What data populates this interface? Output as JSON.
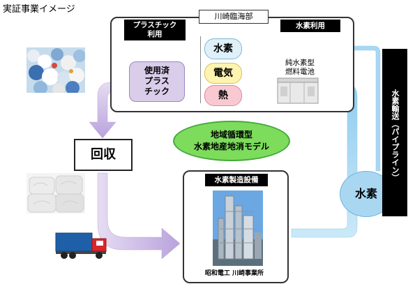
{
  "title": "実証事業イメージ",
  "kawasaki_box": {
    "header": "川崎臨海部"
  },
  "plastic_label": {
    "line1": "プラスチック",
    "line2": "利用"
  },
  "hydrogen_use_label": "水素利用",
  "used_plastic": {
    "line1": "使用済",
    "line2": "プラス",
    "line3": "チック"
  },
  "outputs": {
    "hydrogen": "水素",
    "electricity": "電気",
    "heat": "熱"
  },
  "fuel_cell": {
    "line1": "純水素型",
    "line2": "燃料電池"
  },
  "model": {
    "line1": "地域循環型",
    "line2": "水素地産地消モデル"
  },
  "collection": "回収",
  "facility": {
    "header": "水素製造設備",
    "caption": "昭和電工 川崎事業所"
  },
  "hydrogen_circle": "水素",
  "pipeline": {
    "line1": "水素輸送",
    "line2": "（パイプライン）"
  },
  "colors": {
    "hydrogen_pill": "#dff0f8",
    "electricity_pill": "#fff3b0",
    "heat_pill": "#f9c9d1",
    "model_ellipse": "#7ddc5c",
    "used_plastic_box": "#d9cdea",
    "arrow_purple": "#c9b7e3",
    "arrow_blue": "#a9d7f2",
    "arrow_pink": "#ee9fbf",
    "arrow_yellow": "#f5e27a"
  }
}
